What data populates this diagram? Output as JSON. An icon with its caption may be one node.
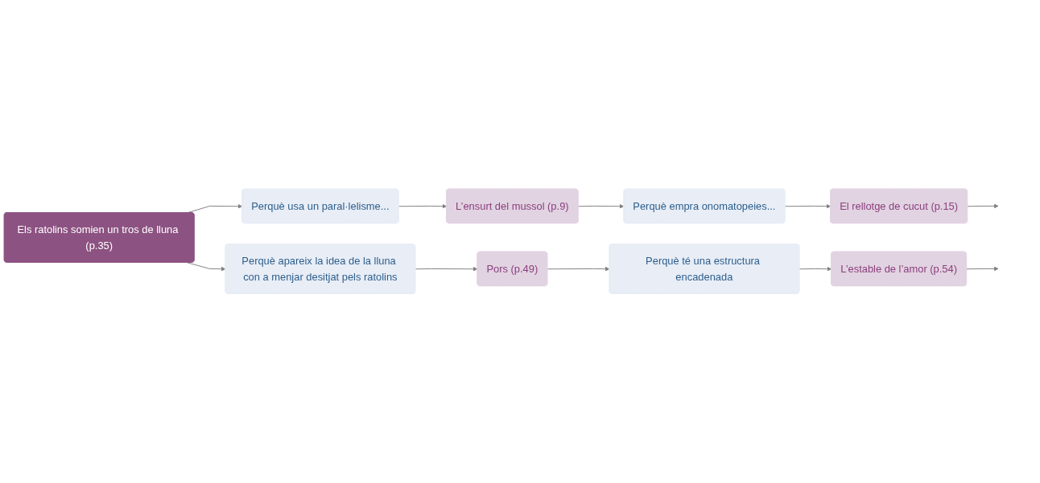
{
  "diagram": {
    "nodes": [
      {
        "text": [
          "L’estable de l’amor (p.54)"
        ]
      },
      {
        "text": [
          "Perquè té una estructura encadenada"
        ]
      },
      {
        "text": [
          "Pors (p.49)"
        ]
      },
      {
        "text": [
          "Perquè usa un paral·lelisme..."
        ]
      },
      {
        "text": [
          "Els ratolins somien un tros de lluna (p.35)"
        ]
      },
      {
        "text": [
          "Perquè apareix la idea de la lluna con a menjar desitjat pels ratolins"
        ]
      },
      {
        "text": [
          "L’ensurt del mussol (p.9)"
        ]
      },
      {
        "text": [
          "Perquè empra onomatopeies..."
        ]
      },
      {
        "text": [
          "El rellotge de cucut (p.15)"
        ]
      }
    ],
    "edges": [
      {
        "from": 4,
        "to": 3,
        "arrow": "to"
      },
      {
        "from": 4,
        "to": 5,
        "arrow": "to"
      },
      {
        "from": 5,
        "to": 2,
        "arrow": "to"
      },
      {
        "from": 2,
        "to": 1,
        "arrow": "to"
      },
      {
        "from": 1,
        "to": 0,
        "arrow": "to"
      },
      {
        "from": 0,
        "to": null,
        "arrow": "to"
      },
      {
        "from": 3,
        "to": 6,
        "arrow": "to"
      },
      {
        "from": 6,
        "to": 7,
        "arrow": "to"
      },
      {
        "from": 7,
        "to": 8,
        "arrow": "to"
      },
      {
        "from": 8,
        "to": null,
        "arrow": "to"
      }
    ]
  }
}
